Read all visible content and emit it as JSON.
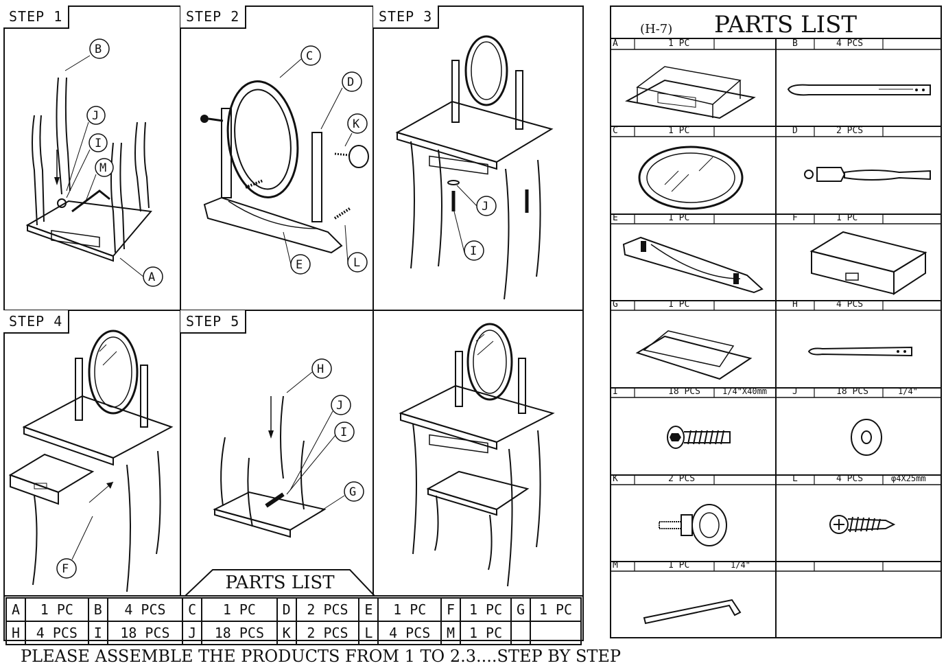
{
  "steps": {
    "s1": "STEP 1",
    "s2": "STEP 2",
    "s3": "STEP 3",
    "s4": "STEP 4",
    "s5": "STEP 5"
  },
  "callouts": {
    "step1": [
      "B",
      "J",
      "I",
      "M",
      "A"
    ],
    "step2": [
      "C",
      "D",
      "K",
      "E",
      "L"
    ],
    "step3": [
      "J",
      "I"
    ],
    "step4": [
      "F"
    ],
    "step5": [
      "H",
      "J",
      "I",
      "G"
    ]
  },
  "bottom_parts_list": {
    "title": "PARTS  LIST",
    "row1": [
      {
        "letter": "A",
        "qty": "1 PC"
      },
      {
        "letter": "B",
        "qty": "4 PCS"
      },
      {
        "letter": "C",
        "qty": "1 PC"
      },
      {
        "letter": "D",
        "qty": "2 PCS"
      },
      {
        "letter": "E",
        "qty": "1 PC"
      },
      {
        "letter": "F",
        "qty": "1 PC"
      },
      {
        "letter": "G",
        "qty": "1 PC"
      }
    ],
    "row2": [
      {
        "letter": "H",
        "qty": "4 PCS"
      },
      {
        "letter": "I",
        "qty": "18 PCS"
      },
      {
        "letter": "J",
        "qty": "18 PCS"
      },
      {
        "letter": "K",
        "qty": "2 PCS"
      },
      {
        "letter": "L",
        "qty": "4 PCS"
      },
      {
        "letter": "M",
        "qty": "1 PC"
      },
      {
        "letter": "",
        "qty": ""
      }
    ]
  },
  "footer": "PLEASE ASSEMBLE THE PRODUCTS FROM 1 TO 2.3....STEP BY STEP",
  "right_panel": {
    "model": "(H-7)",
    "title": "PARTS LIST",
    "parts": [
      {
        "letter": "A",
        "qty": "1 PC",
        "size": ""
      },
      {
        "letter": "B",
        "qty": "4 PCS",
        "size": ""
      },
      {
        "letter": "C",
        "qty": "1 PC",
        "size": ""
      },
      {
        "letter": "D",
        "qty": "2 PCS",
        "size": ""
      },
      {
        "letter": "E",
        "qty": "1 PC",
        "size": ""
      },
      {
        "letter": "F",
        "qty": "1 PC",
        "size": ""
      },
      {
        "letter": "G",
        "qty": "1 PC",
        "size": ""
      },
      {
        "letter": "H",
        "qty": "4 PCS",
        "size": ""
      },
      {
        "letter": "I",
        "qty": "18 PCS",
        "size": "1/4\"X40mm"
      },
      {
        "letter": "J",
        "qty": "18 PCS",
        "size": "1/4\""
      },
      {
        "letter": "K",
        "qty": "2 PCS",
        "size": ""
      },
      {
        "letter": "L",
        "qty": "4 PCS",
        "size": "φ4X25mm"
      },
      {
        "letter": "M",
        "qty": "1 PC",
        "size": "1/4\""
      },
      {
        "letter": "",
        "qty": "",
        "size": ""
      }
    ]
  }
}
